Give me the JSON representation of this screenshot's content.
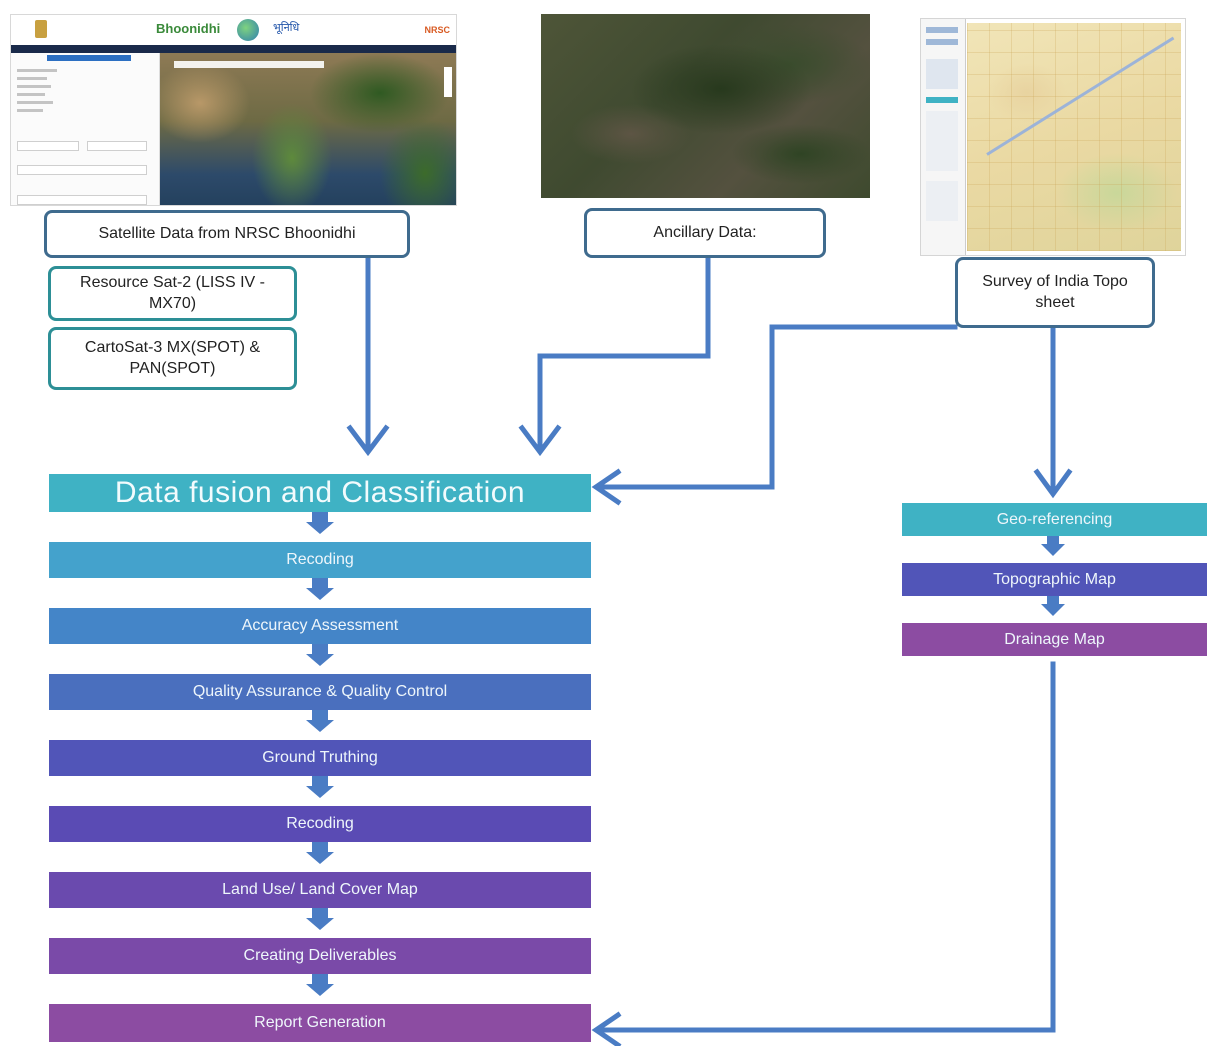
{
  "diagram": {
    "source_boxes": {
      "satellite": "Satellite Data from NRSC Bhoonidhi",
      "resourcesat": "Resource Sat-2 (LISS IV - MX70)",
      "cartosat": "CartoSat-3 MX(SPOT) & PAN(SPOT)",
      "ancillary": "Ancillary Data:",
      "survey": "Survey of India Topo sheet"
    },
    "main_flow": [
      "Data fusion and Classification",
      "Recoding",
      "Accuracy Assessment",
      "Quality Assurance & Quality Control",
      "Ground Truthing",
      "Recoding",
      "Land Use/ Land Cover Map",
      "Creating Deliverables",
      "Report Generation"
    ],
    "right_flow": [
      "Geo-referencing",
      "Topographic Map",
      "Drainage Map"
    ],
    "images": {
      "bhoonidhi_title": "Bhoonidhi",
      "bhoonidhi_hindi": "भूनिधि",
      "bhoonidhi_org": "NRSC"
    },
    "colors": {
      "arrow": "#4a7cc4",
      "box_border": "#3f6b8e",
      "box_border_alt": "#2d8f96",
      "main_flow": [
        "#3fb2c4",
        "#44a2cc",
        "#4485c8",
        "#4a6fbe",
        "#5155b8",
        "#5a4bb4",
        "#6a4aae",
        "#7a4aa8",
        "#8c4ca2"
      ],
      "right_flow": [
        "#3fb2c4",
        "#5155b8",
        "#8c4ca2"
      ]
    }
  }
}
